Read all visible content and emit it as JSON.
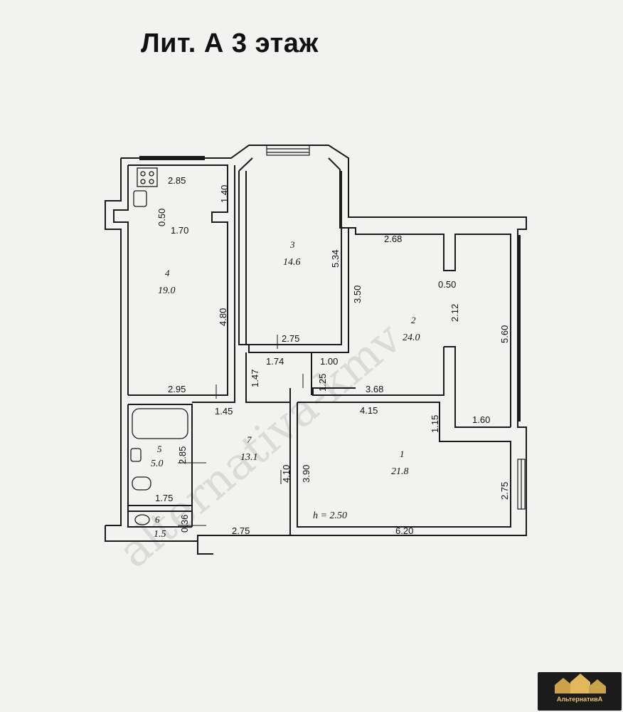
{
  "title": "Лит. А  3 этаж",
  "watermark": "alternativa-kmv",
  "logo_text": "АльтернативА",
  "rooms": [
    {
      "num": "1",
      "area": "21.8"
    },
    {
      "num": "2",
      "area": "24.0"
    },
    {
      "num": "3",
      "area": "14.6"
    },
    {
      "num": "4",
      "area": "19.0"
    },
    {
      "num": "5",
      "area": "5.0"
    },
    {
      "num": "6",
      "area": "1.5"
    },
    {
      "num": "7",
      "area": "13.1"
    }
  ],
  "ceiling_height": "h = 2.50",
  "dimensions": {
    "d285_top": "2.85",
    "d140": "1.40",
    "d050_left": "0.50",
    "d170": "1.70",
    "d480": "4.80",
    "d295": "2.95",
    "d145": "1.45",
    "d147": "1.47",
    "d534": "5.34",
    "d275_mid": "2.75",
    "d174": "1.74",
    "d100": "1.00",
    "d125": "1.25",
    "d268": "2.68",
    "d050_right": "0.50",
    "d350": "3.50",
    "d212": "2.12",
    "d560": "5.60",
    "d368": "3.68",
    "d415": "4.15",
    "d115": "1.15",
    "d160": "1.60",
    "d285_bath": "2.85",
    "d175": "1.75",
    "d036": "0.36",
    "d275_bottom": "2.75",
    "d410": "4.10",
    "d390": "3.90",
    "d275_right": "2.75",
    "d620": "6.20"
  },
  "colors": {
    "wall": "#1a1a1a",
    "background": "#f2f2f0",
    "watermark": "#c8c8c8",
    "logo_bg": "#1b1b1b",
    "logo_text": "#e8c46a"
  }
}
